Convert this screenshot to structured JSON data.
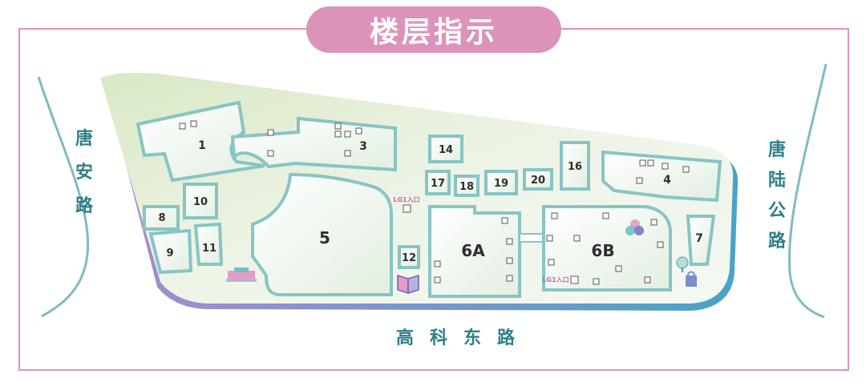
{
  "title": "楼层指示",
  "roads": {
    "left": [
      "唐",
      "安",
      "路"
    ],
    "right": [
      "唐",
      "陆",
      "公",
      "路"
    ],
    "bottom": "高科东路"
  },
  "blocks": {
    "b1": "1",
    "b3": "3",
    "b4": "4",
    "b5": "5",
    "b6a": "6A",
    "b6b": "6B",
    "b7": "7",
    "b8": "8",
    "b9": "9",
    "b10": "10",
    "b11": "11",
    "b12": "12",
    "b14": "14",
    "b16": "16",
    "b17": "17",
    "b18": "18",
    "b19": "19",
    "b20": "20"
  },
  "entrances": {
    "lg1_top": "LG1入口",
    "lg1_6b": "LG1入口"
  },
  "colors": {
    "frame": "#dc93bb",
    "title_bg": "#dc93bb",
    "road_text": "#2f7f88",
    "road_line": "#7fbcc0",
    "block_fill": "#eef6ea",
    "block_edge": "#88c4c4",
    "site_fill": "#e6f0da",
    "site_edge": "#5aa7c2"
  }
}
